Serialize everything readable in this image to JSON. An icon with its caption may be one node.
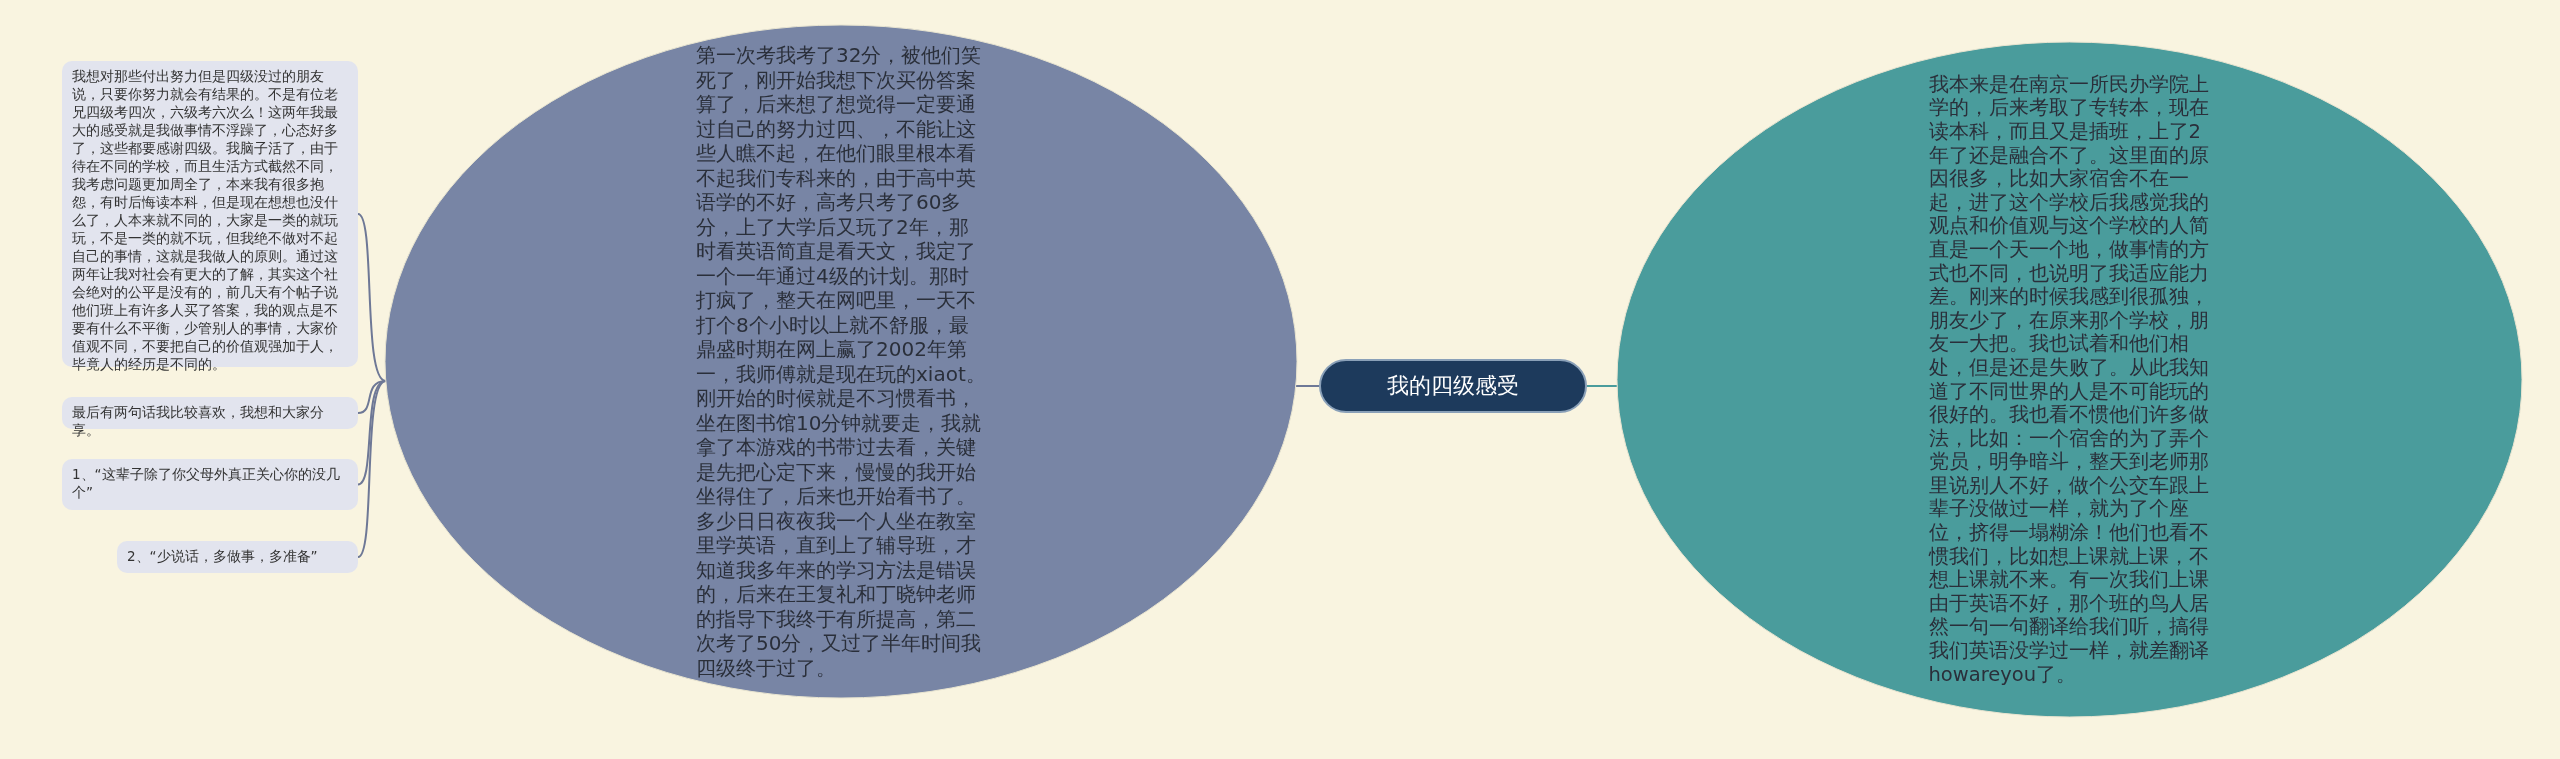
{
  "diagram": {
    "nodes": [
      {
        "text": [
          "我的四级感受"
        ]
      },
      {
        "text": [
          "第一次考我考了32分，被他们笑死了，刚开始我想下次买份答案算了，后来想了想觉得一定要通过自己的努力过四、，不能让这些人瞧不起，在他们眼里根本看不起我们专科来的，由于高中英语学的不好，高考只考了60多分，上了大学后又玩了2年，那时看英语简直是看天文，我定了一个一年通过4级的计划。那时打疯了，整天在网吧里，一天不打个8个小时以上就不舒服，最鼎盛时期在网上赢了2002年第一，我师傅就是现在玩的xiaot。刚开始的时候就是不习惯看书，坐在图书馆10分钟就要走，我就拿了本游戏的书带过去看，关键是先把心定下来，慢慢的我开始坐得住了，后来也开始看书了。多少日日夜夜我一个人坐在教室里学英语，直到上了辅导班，才知道我多年来的学习方法是错误的，后来在王复礼和丁晓钟老师的指导下我终于有所提高，第二次考了50分，又过了半年时间我四级终于过了。"
        ]
      },
      {
        "text": [
          "我想对那些付出努力但是四级没过的朋友说，只要你努力就会有结果的。不是有位老兄四级考四次，六级考六次么！这两年我最大的感受就是我做事情不浮躁了，心态好多了，这些都要感谢四级。我脑子活了，由于待在不同的学校，而且生活方式截然不同，我考虑问题更加周全了，本来我有很多抱怨，有时后悔读本科，但是现在想想也没什么了，人本来就不同的，大家是一类的就玩玩，不是一类的就不玩，但我绝不做对不起自己的事情，这就是我做人的原则。通过这两年让我对社会有更大的了解，其实这个社会绝对的公平是没有的，前几天有个帖子说他们班上有许多人买了答案，我的观点是不要有什么不平衡，少管别人的事情，大家价值观不同，不要把自己的价值观强加于人，毕竟人的经历是不同的。"
        ]
      },
      {
        "text": [
          "最后有两句话我比较喜欢，我想和大家分享。"
        ]
      },
      {
        "text": [
          "1、“这辈子除了你父母外真正关心你的没几个”"
        ]
      },
      {
        "text": [
          "2、“少说话，多做事，多准备”"
        ]
      },
      {
        "text": [
          "我本来是在南京一所民办学院上学的，后来考取了专转本，现在读本科，而且又是插班，上了2年了还是融合不了。这里面的原因很多，比如大家宿舍不在一起，进了这个学校后我感觉我的观点和价值观与这个学校的人简直是一个天一个地，做事情的方式也不同，也说明了我适应能力差。刚来的时候我感到很孤独，朋友少了，在原来那个学校，朋友一大把。我也试着和他们相处，但是还是失败了。从此我知道了不同世界的人是不可能玩的很好的。我也看不惯他们许多做法，比如：一个宿舍的为了弄个党员，明争暗斗，整天到老师那里说别人不好，做个公交车跟上辈子没做过一样，就为了个座位，挤得一塌糊涂！他们也看不惯我们，比如想上课就上课，不想上课就不来。有一次我们上课由于英语不好，那个班的鸟人居然一句一句翻译给我们听，搞得我们英语没学过一样，就差翻译howareyou了。"
        ]
      }
    ],
    "edges": [
      {
        "from": 0,
        "to": 1,
        "arrow": "none"
      },
      {
        "from": 1,
        "to": 2,
        "arrow": "none"
      },
      {
        "from": 1,
        "to": 3,
        "arrow": "none"
      },
      {
        "from": 1,
        "to": 4,
        "arrow": "none"
      },
      {
        "from": 1,
        "to": 5,
        "arrow": "none"
      },
      {
        "from": 0,
        "to": 6,
        "arrow": "none",
        "color": "#4a9c9c"
      }
    ]
  }
}
